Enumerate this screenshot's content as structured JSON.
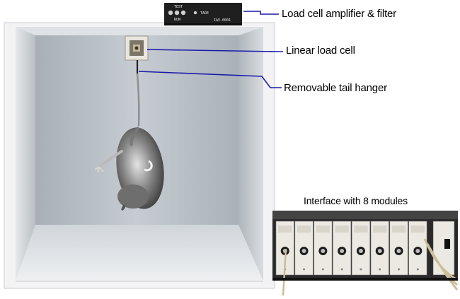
{
  "labels": {
    "amplifier": "Load cell amplifier & filter",
    "load_cell": "Linear load cell",
    "tail_hanger": "Removable tail hanger",
    "interface": "Interface with 8 modules"
  },
  "amplifier_panel": {
    "test": "TEST",
    "run": "RUN",
    "tare": "TARE",
    "model": "IAV-0001"
  },
  "colors": {
    "leader_line": "#1a1aa8",
    "box_frame": "#f2f2f4",
    "box_interior": "#b9c0c6",
    "amplifier_body": "#1f1f1f",
    "interface_body": "#2a2a2a",
    "module_face": "#ece9e2"
  },
  "interface_modules": {
    "count": 8
  }
}
